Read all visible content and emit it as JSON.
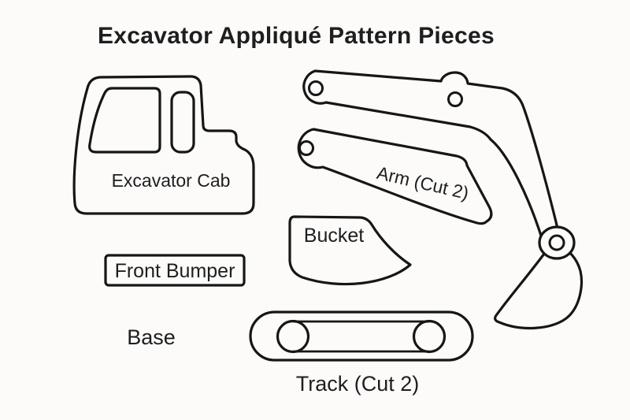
{
  "title": "Excavator Appliqué Pattern Pieces",
  "colors": {
    "background": "#fcfbfa",
    "line": "#161616",
    "text": "#1e1e1e"
  },
  "pieces": {
    "cab": {
      "label": "Excavator Cab"
    },
    "arm": {
      "label": "Arm (Cut 2)"
    },
    "bucket": {
      "label": "Bucket"
    },
    "front_bumper": {
      "label": "Front Bumper"
    },
    "base": {
      "label": "Base"
    },
    "track": {
      "label": "Track (Cut 2)"
    }
  }
}
